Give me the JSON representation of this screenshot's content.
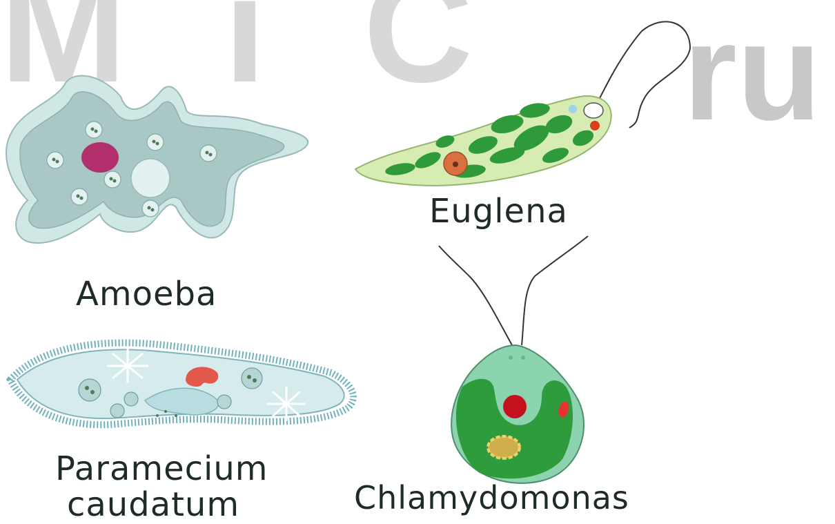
{
  "watermark": {
    "left_text": "M   i   C",
    "right_text": "ru"
  },
  "labels": {
    "amoeba": "Amoeba",
    "euglena": "Euglena",
    "paramecium_line1": "Paramecium",
    "paramecium_line2": "caudatum",
    "chlamydomonas": "Chlamydomonas"
  },
  "colors": {
    "amoeba_outer": "#cfe8e6",
    "amoeba_inner": "#a9c7c4",
    "amoeba_nucleus": "#b1306c",
    "euglena_body": "#d7ecb3",
    "euglena_chloroplast": "#2f9a3a",
    "euglena_nucleus": "#d9703f",
    "paramecium_body": "#d6ecec",
    "paramecium_nucleus": "#e2584b",
    "chlamy_body": "#8cd3b0",
    "chlamy_chloroplast": "#2e9b3c",
    "chlamy_pyrenoid": "#c3121d",
    "chlamy_starch": "#d8b23f"
  }
}
